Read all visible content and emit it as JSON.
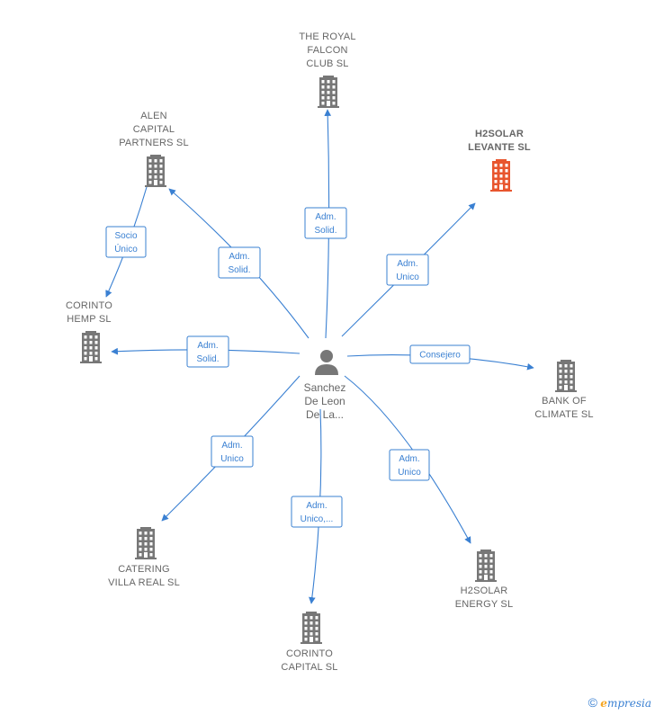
{
  "center": {
    "name_lines": [
      "Sanchez",
      "De Leon",
      "De La..."
    ],
    "icon": "person-icon",
    "color": "#777777"
  },
  "colors": {
    "edge": "#3a80d2",
    "building": "#777777",
    "highlight": "#e8552e",
    "text": "#666666"
  },
  "companies": [
    {
      "id": "the-royal-falcon",
      "name_lines": [
        "THE ROYAL",
        "FALCON",
        "CLUB  SL"
      ],
      "highlight": false
    },
    {
      "id": "h2solar-levante",
      "name_lines": [
        "H2SOLAR",
        "LEVANTE  SL"
      ],
      "highlight": true
    },
    {
      "id": "alen-capital",
      "name_lines": [
        "ALEN",
        "CAPITAL",
        "PARTNERS  SL"
      ],
      "highlight": false
    },
    {
      "id": "corinto-hemp",
      "name_lines": [
        "CORINTO",
        "HEMP  SL"
      ],
      "highlight": false
    },
    {
      "id": "bank-of-climate",
      "name_lines": [
        "BANK OF",
        "CLIMATE  SL"
      ],
      "highlight": false
    },
    {
      "id": "catering-villa-real",
      "name_lines": [
        "CATERING",
        "VILLA REAL  SL"
      ],
      "highlight": false
    },
    {
      "id": "h2solar-energy",
      "name_lines": [
        "H2SOLAR",
        "ENERGY  SL"
      ],
      "highlight": false
    },
    {
      "id": "corinto-capital",
      "name_lines": [
        "CORINTO",
        "CAPITAL  SL"
      ],
      "highlight": false
    }
  ],
  "edges": [
    {
      "from": "center",
      "to": "the-royal-falcon",
      "label_lines": [
        "Adm.",
        "Solid."
      ]
    },
    {
      "from": "center",
      "to": "h2solar-levante",
      "label_lines": [
        "Adm.",
        "Unico"
      ]
    },
    {
      "from": "center",
      "to": "alen-capital",
      "label_lines": [
        "Adm.",
        "Solid."
      ]
    },
    {
      "from": "alen-capital",
      "to": "corinto-hemp",
      "label_lines": [
        "Socio",
        "Único"
      ]
    },
    {
      "from": "center",
      "to": "corinto-hemp",
      "label_lines": [
        "Adm.",
        "Solid."
      ]
    },
    {
      "from": "center",
      "to": "bank-of-climate",
      "label_lines": [
        "Consejero"
      ]
    },
    {
      "from": "center",
      "to": "catering-villa-real",
      "label_lines": [
        "Adm.",
        "Unico"
      ]
    },
    {
      "from": "center",
      "to": "h2solar-energy",
      "label_lines": [
        "Adm.",
        "Unico"
      ]
    },
    {
      "from": "center",
      "to": "corinto-capital",
      "label_lines": [
        "Adm.",
        "Unico,..."
      ]
    }
  ],
  "watermark": {
    "symbol": "©",
    "brand_initial": "e",
    "brand_rest": "mpresia"
  }
}
